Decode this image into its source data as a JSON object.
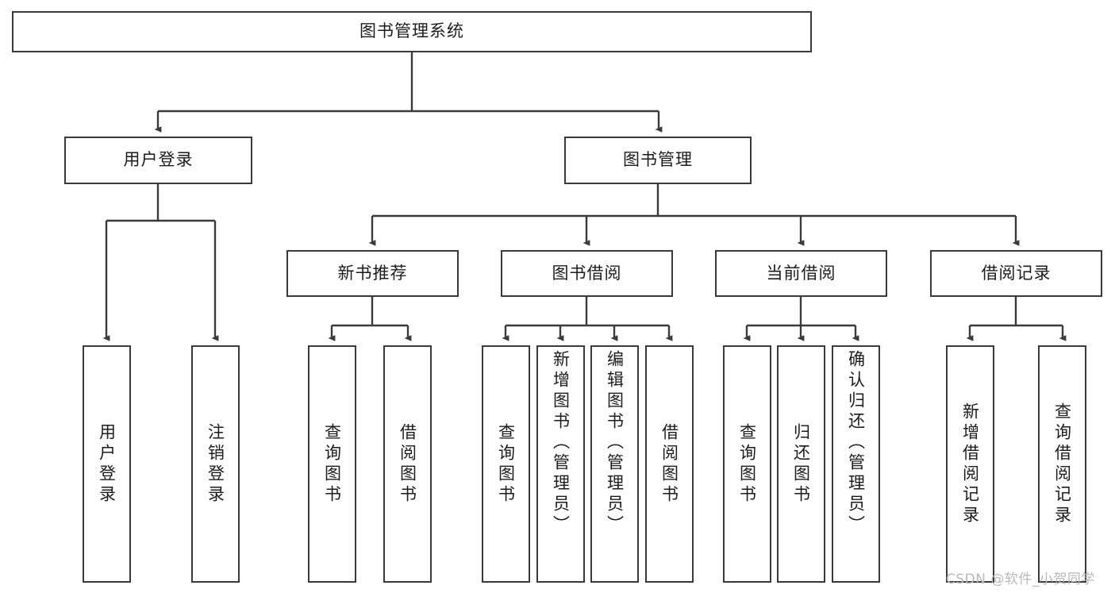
{
  "diagram": {
    "title": "图书管理系统",
    "type": "tree-hierarchy",
    "stroke_color": "#3a3a3a",
    "fill_color": "#ffffff",
    "text_color": "#1c1c1c"
  },
  "root": {
    "label": "图书管理系统"
  },
  "level2": [
    {
      "label": "用户登录"
    },
    {
      "label": "图书管理"
    }
  ],
  "level3": [
    {
      "label": "新书推荐"
    },
    {
      "label": "图书借阅"
    },
    {
      "label": "当前借阅"
    },
    {
      "label": "借阅记录"
    }
  ],
  "leaves": {
    "user_login": [
      {
        "label": "用户登录"
      },
      {
        "label": "注销登录"
      }
    ],
    "new_book_recommend": [
      {
        "label": "查询图书"
      },
      {
        "label": "借阅图书"
      }
    ],
    "book_borrow": [
      {
        "label": "查询图书"
      },
      {
        "label": "新增图书（管理员）"
      },
      {
        "label": "编辑图书（管理员）"
      },
      {
        "label": "借阅图书"
      }
    ],
    "current_borrow": [
      {
        "label": "查询图书"
      },
      {
        "label": "归还图书"
      },
      {
        "label": "确认归还（管理员）"
      }
    ],
    "borrow_record": [
      {
        "label": "新增借阅记录"
      },
      {
        "label": "查询借阅记录"
      }
    ]
  },
  "watermark": {
    "text": "CSDN @软件_小贺同学"
  }
}
